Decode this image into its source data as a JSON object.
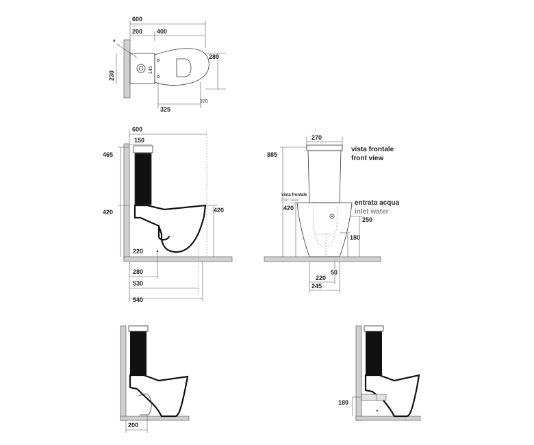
{
  "top_view": {
    "dim_600": "600",
    "dim_200": "200",
    "dim_400": "400",
    "dim_230": "230",
    "dim_280": "280",
    "dim_145": "145",
    "dim_325": "325",
    "dim_370": "370",
    "asterisk": "*"
  },
  "side_view": {
    "dim_600": "600",
    "dim_150": "150",
    "dim_465": "465",
    "dim_420_left": "420",
    "dim_420_right": "420",
    "dim_220": "220",
    "dim_280": "280",
    "dim_530": "530",
    "dim_540": "540"
  },
  "front_view": {
    "dim_270": "270",
    "dim_885": "885",
    "dim_420": "420",
    "dim_250": "250",
    "dim_180": "180",
    "dim_220": "220",
    "dim_50": "50",
    "dim_245": "245",
    "title_it": "vista frontale",
    "title_en": "front view",
    "small_title_it": "vista frontale",
    "small_title_en": "front wiev",
    "inlet_it": "entrata acqua",
    "inlet_en": "inlet water"
  },
  "bottom_left": {
    "dim_200": "200"
  },
  "bottom_right": {
    "dim_180": "180"
  }
}
